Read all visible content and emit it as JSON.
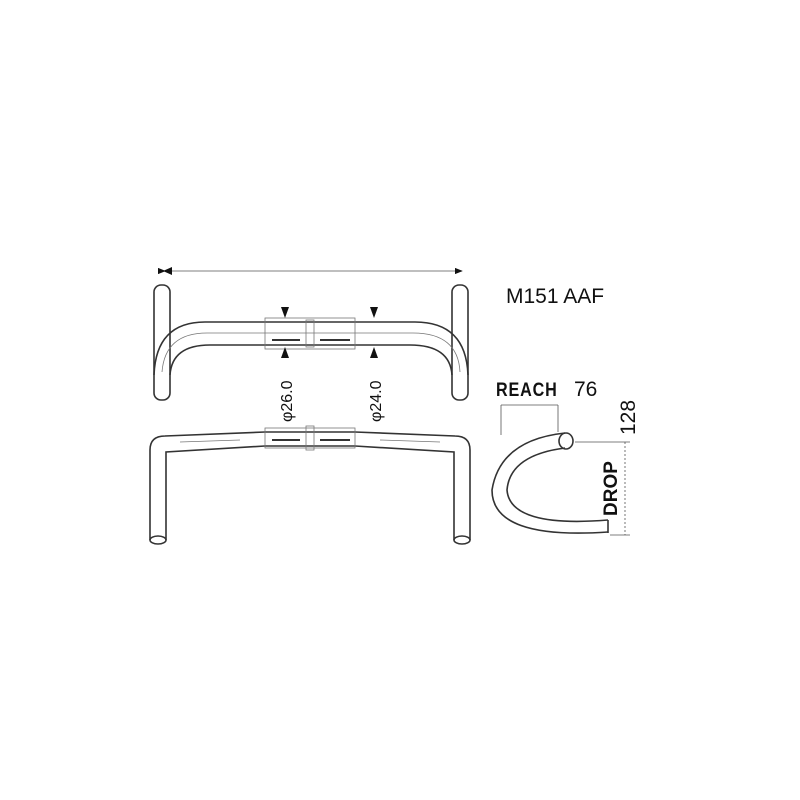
{
  "model_label": "M151 AAF",
  "dimensions": {
    "clamp_diameter": "φ26.0",
    "bar_diameter": "φ24.0",
    "reach_label": "REACH",
    "reach_value": "76",
    "drop_label": "DROP",
    "drop_value": "128"
  },
  "colors": {
    "line": "#333333",
    "text": "#111111",
    "background": "#ffffff"
  }
}
